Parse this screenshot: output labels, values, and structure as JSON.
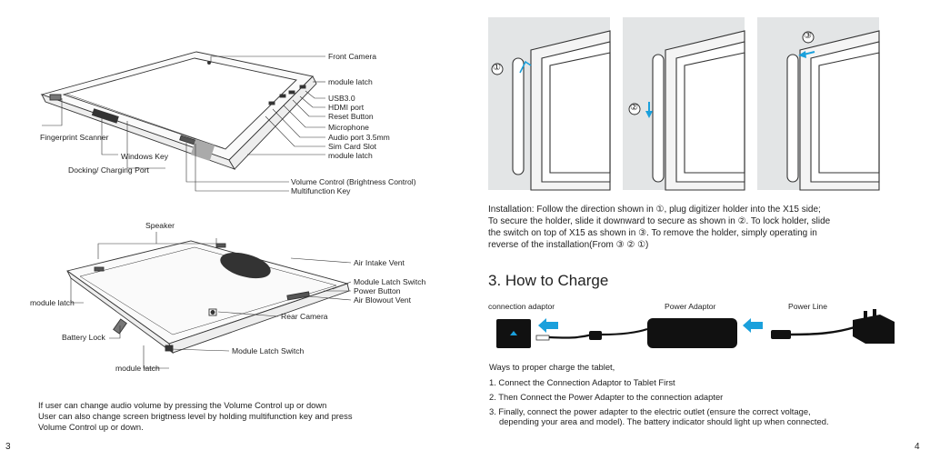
{
  "left_page": {
    "page_number": "3",
    "tablet_front_labels": {
      "front_camera": "Front Camera",
      "module_latch_top": "module latch",
      "usb": "USB3.0",
      "hdmi": "HDMI port",
      "reset": "Reset Button",
      "microphone": "Microphone",
      "audio": "Audio port 3.5mm",
      "sim": "Sim Card Slot",
      "module_latch_bottom": "module latch",
      "fingerprint": "Fingerprint Scanner",
      "windows_key": "Windows Key",
      "docking": "Docking/ Charging Port",
      "volume": "Volume Control (Brightness Control)",
      "multifunction": "Multifunction Key"
    },
    "tablet_back_labels": {
      "speaker": "Speaker",
      "air_intake": "Air Intake Vent",
      "module_latch_switch_top": "Module Latch Switch",
      "power": "Power Button",
      "air_blowout": "Air Blowout Vent",
      "rear_camera": "Rear Camera",
      "module_latch_left": "module latch",
      "battery_lock": "Battery Lock",
      "module_latch_switch_bottom": "Module Latch Switch",
      "module_latch_bottom": "module latch"
    },
    "footnote": [
      "If user can change audio volume by pressing the Volume Control up or down",
      "User can also change screen brigtness level by holding multifunction key and press",
      "Volume Control up or down."
    ]
  },
  "right_page": {
    "page_number": "4",
    "step_markers": [
      "①",
      "②",
      "③"
    ],
    "installation_text": [
      "Installation: Follow the direction shown in  ①, plug digitizer holder into the  X15 side;",
      "To secure the holder, slide it downward to secure as shown in ②. To lock holder, slide",
      "the switch on top of X15 as shown in ③. To remove the holder, simply operating in",
      "reverse of the installation(From ③ ② ①)"
    ],
    "section_title": "3. How to Charge",
    "charge_labels": {
      "connection_adaptor": "connection adaptor",
      "power_adaptor": "Power Adaptor",
      "power_line": "Power Line"
    },
    "intro": "Ways to proper charge the tablet,",
    "steps": [
      "1. Connect the Connection Adaptor to Tablet First",
      "2. Then Connect the Power Adapter to the connection adapter",
      "3. Finally, connect the power adapter to the electric outlet (ensure the correct voltage,",
      "depending your area and model). The battery indicator should light up when connected."
    ],
    "colors": {
      "arrow": "#1aa0dc",
      "panel": "#e3e5e6",
      "adaptor": "#111111"
    }
  }
}
